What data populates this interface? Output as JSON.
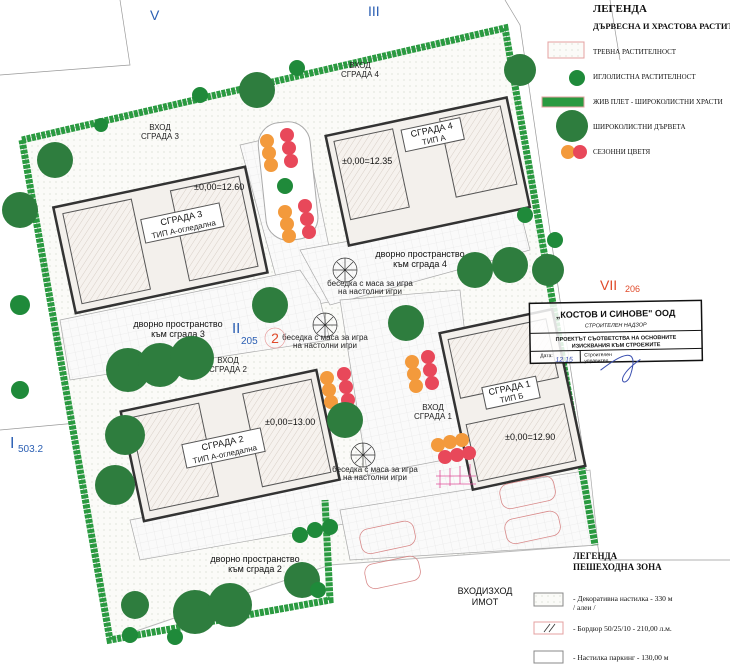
{
  "cadastral": {
    "v": "V",
    "iii": "III",
    "vii": "VII",
    "vii_num": "206",
    "i": "I",
    "i_num": "503.2",
    "ii": "II",
    "ii_num": "205",
    "plot_num": "2"
  },
  "buildings": [
    {
      "name": "СГРАДА 3",
      "type": "ТИП А-огледална",
      "elevation": "±0,00=12.60",
      "entrance": [
        "ВХОД",
        "СГРАДА 3"
      ]
    },
    {
      "name": "СГРАДА 4",
      "type": "ТИП А",
      "elevation": "±0,00=12.35",
      "entrance": [
        "ВХОД",
        "СГРАДА 4"
      ]
    },
    {
      "name": "СГРАДА 2",
      "type": "ТИП А-огледална",
      "elevation": "±0,00=13.00",
      "entrance": [
        "ВХОД",
        "СГРАДА 2"
      ]
    },
    {
      "name": "СГРАДА 1",
      "type": "ТИП Б",
      "elevation": "±0,00=12.90",
      "entrance": [
        "ВХОД",
        "СГРАДА 1"
      ]
    }
  ],
  "yards": [
    [
      "дворно пространство",
      "към сграда 3"
    ],
    [
      "дворно пространство",
      "към сграда 4"
    ],
    [
      "дворно пространство",
      "към сграда 2"
    ]
  ],
  "gazebo": [
    "беседка с маса за игра",
    "на настолни игри"
  ],
  "site_entrance": [
    "ВХОДИЗХОД",
    "ИМОТ"
  ],
  "legend_plants": {
    "title": "ЛЕГЕНДА",
    "subtitle": "ДЪРВЕСНА И ХРАСТОВА РАСТИТ",
    "items": [
      "ТРЕВНА РАСТИТЕЛНОСТ",
      "ИГЛОЛИСТНА РАСТИТЕЛНОСТ",
      "ЖИВ ПЛЕТ - ШИРОКОЛИСТНИ ХРАСТИ",
      "ШИРОКОЛИСТНИ ДЪРВЕТА",
      "СЕЗОННИ ЦВЕТЯ"
    ]
  },
  "legend_pedestrian": {
    "title": "ЛЕГЕНДА",
    "subtitle": "ПЕШЕХОДНА ЗОНА",
    "items": [
      [
        "- Декоративна настилка - 330 м",
        "/ алеи /"
      ],
      [
        "- Бордюр 50/25/10 - 210,00 л.м."
      ],
      [
        "- Настилка паркинг  - 130,00 м"
      ]
    ]
  },
  "stamp": {
    "company": "„КОСТОВ И СИНОВЕ\" ООД",
    "role": "СТРОИТЕЛЕН НАДЗОР",
    "line1": "ПРОЕКТЪТ СЪОТВЕТСТВА НА ОСНОВНИТЕ",
    "line2": "ИЗИСКВАНИЯ КЪМ СТРОЕЖИТЕ",
    "date_label": "Дата:",
    "date": "12.15",
    "sign_label": "Строителен",
    "sign_label2": "управител"
  },
  "colors": {
    "conifer": "#1f8a3a",
    "tree": "#2e7d3e",
    "orange": "#f39a3c",
    "red": "#e8485a",
    "stamp": "#1a1a1a"
  }
}
